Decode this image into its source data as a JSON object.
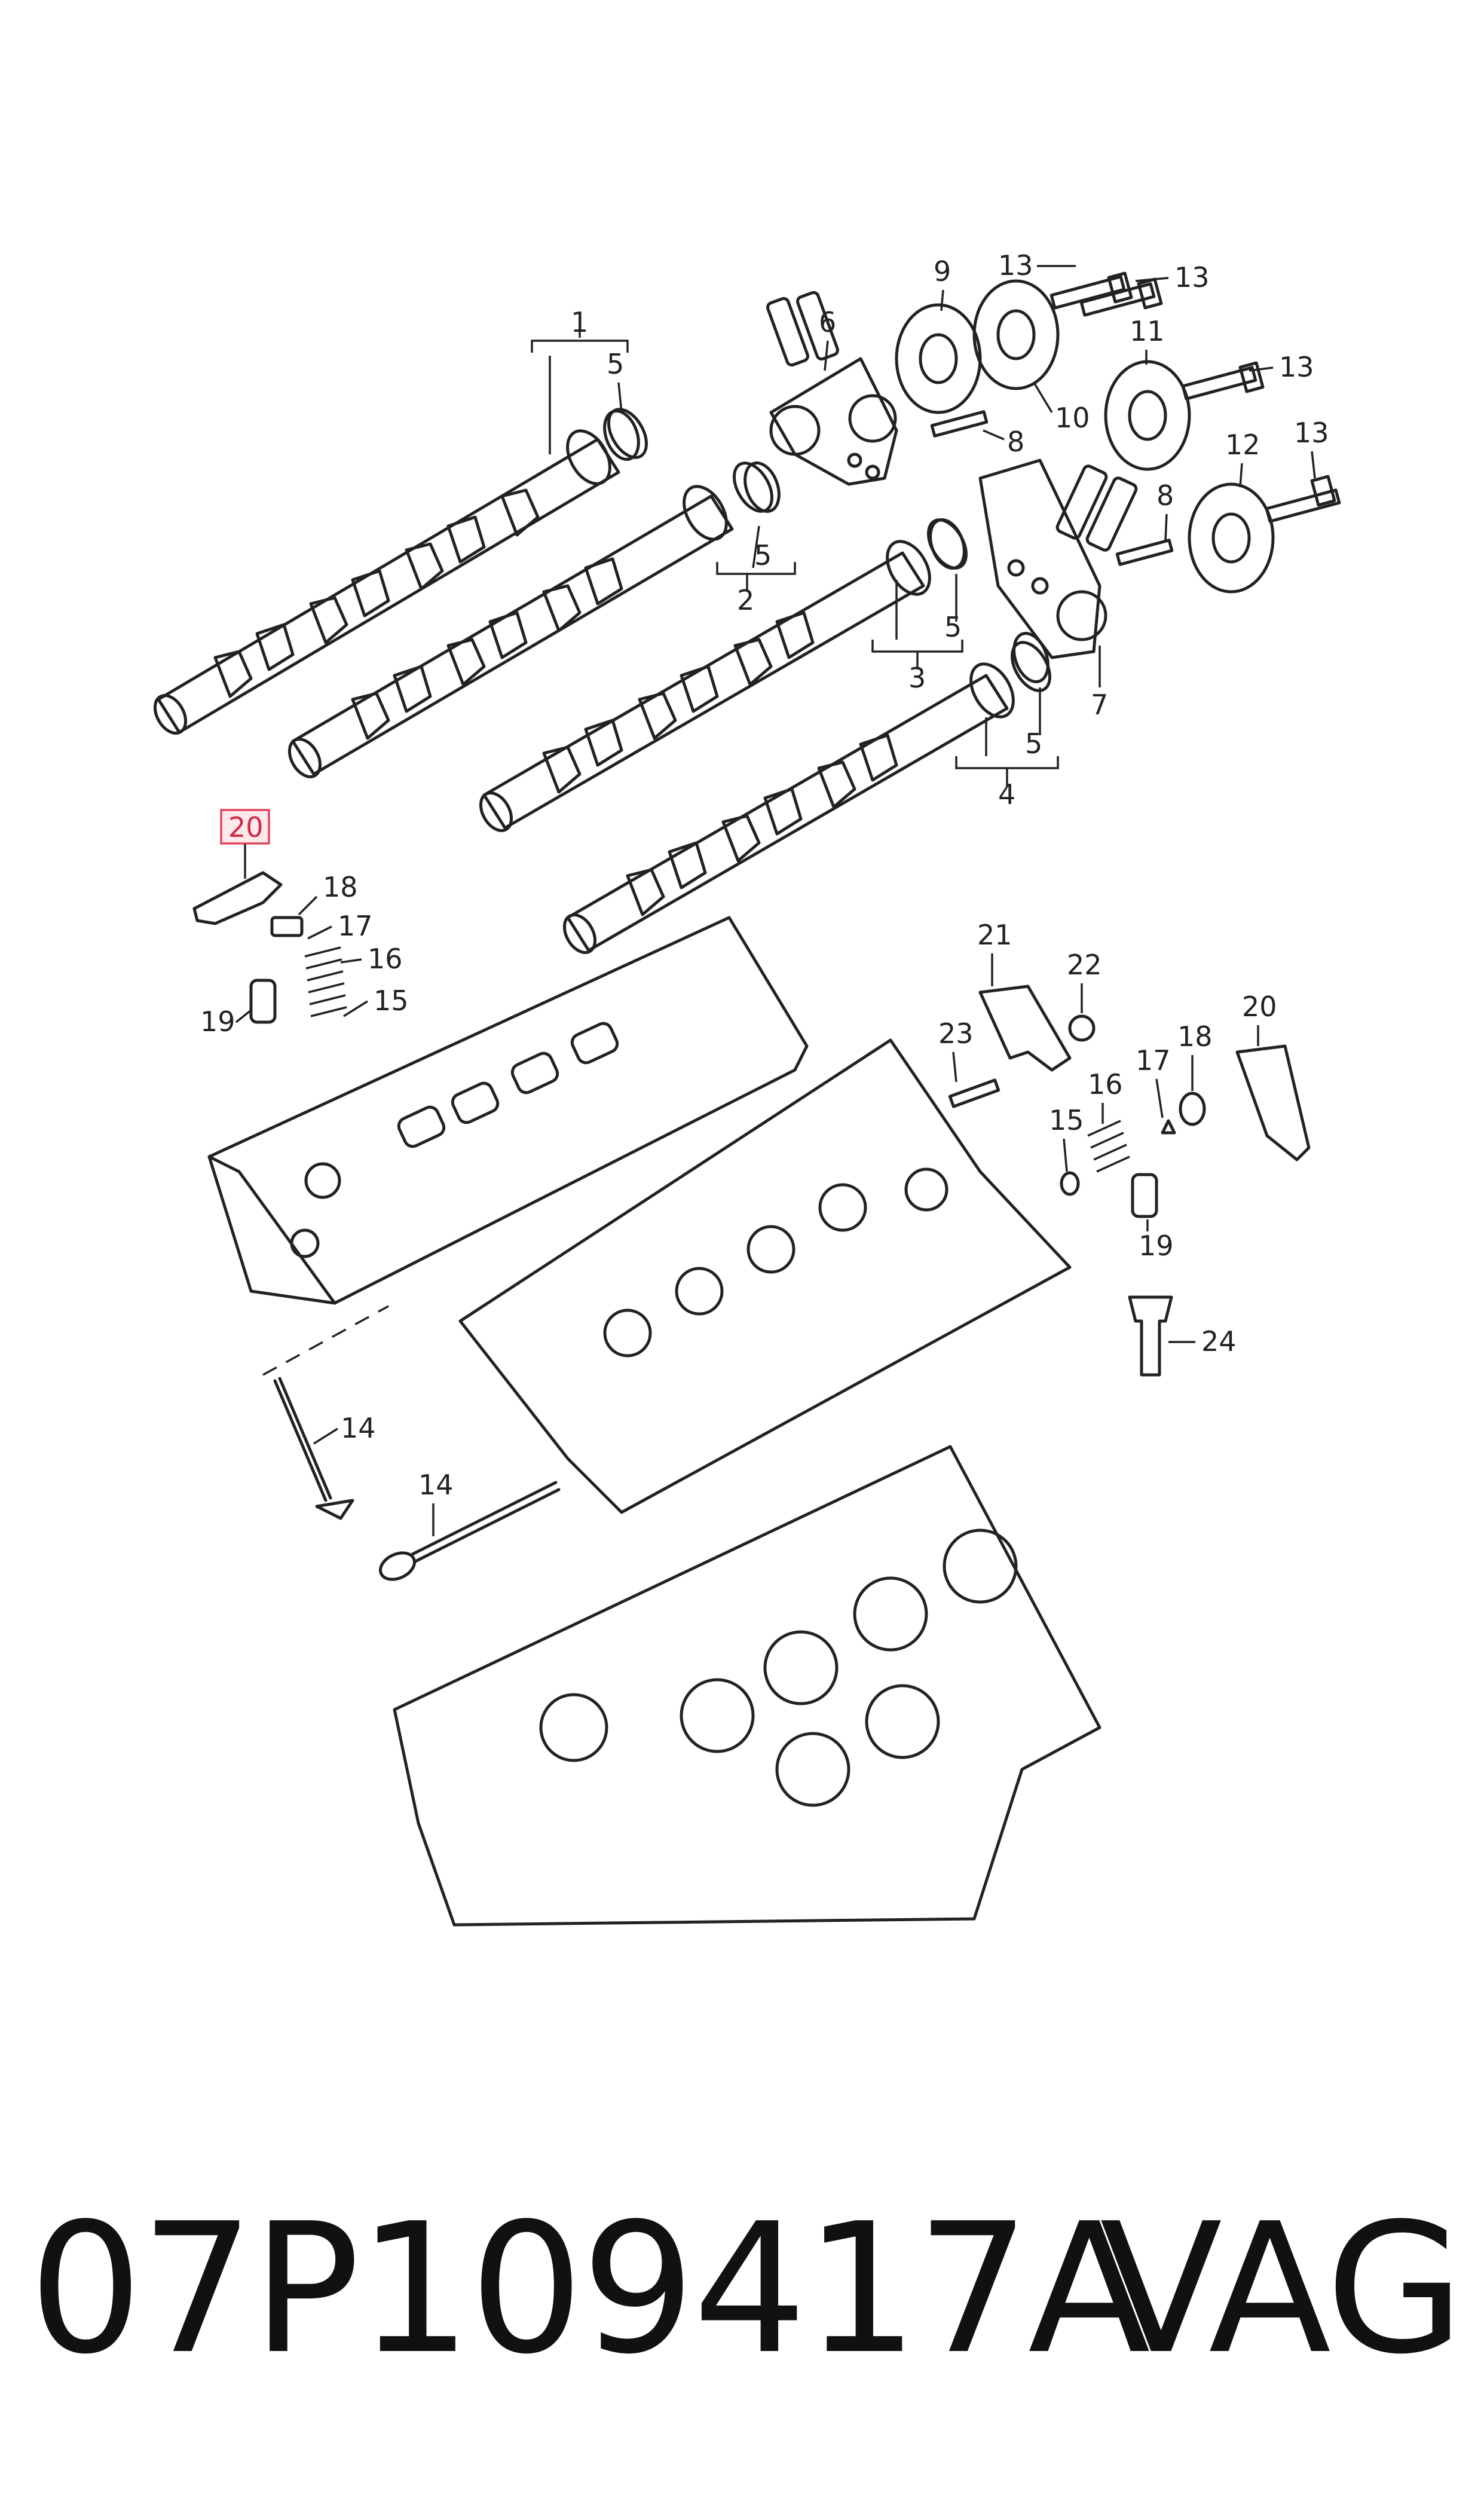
{
  "diagram": {
    "callouts": {
      "c1": "1",
      "c2": "2",
      "c3": "3",
      "c4": "4",
      "c5a": "5",
      "c5b": "5",
      "c5c": "5",
      "c5d": "5",
      "c6": "6",
      "c7": "7",
      "c8a": "8",
      "c8b": "8",
      "c9": "9",
      "c10": "10",
      "c11": "11",
      "c12": "12",
      "c13a": "13",
      "c13b": "13",
      "c13c": "13",
      "c13d": "13",
      "c14a": "14",
      "c14b": "14",
      "c15a": "15",
      "c15b": "15",
      "c16a": "16",
      "c16b": "16",
      "c17a": "17",
      "c17b": "17",
      "c18a": "18",
      "c18b": "18",
      "c19a": "19",
      "c19b": "19",
      "c20a": "20",
      "c20b": "20",
      "c21": "21",
      "c22": "22",
      "c23": "23",
      "c24": "24"
    },
    "highlight_color": "#e2465d"
  },
  "footer": {
    "part_number": "07P109417A",
    "brand": "VAG"
  }
}
